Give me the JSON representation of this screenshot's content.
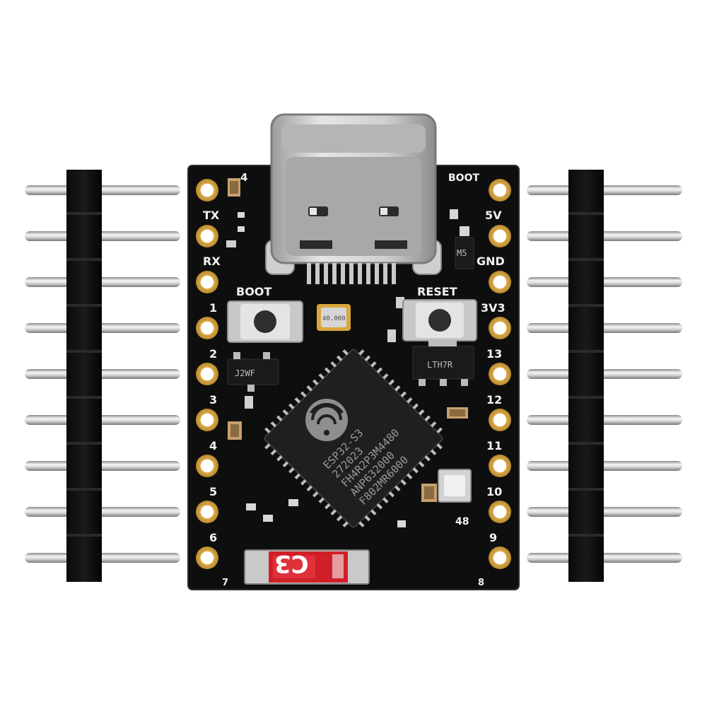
{
  "board": {
    "left_labels": [
      "TX",
      "RX",
      "1",
      "2",
      "3",
      "4",
      "5",
      "6",
      "7"
    ],
    "left_top_label": "4",
    "right_labels": [
      "5V",
      "GND",
      "3V3",
      "13",
      "12",
      "11",
      "10",
      "9",
      "8"
    ],
    "right_top_label": "BOOT",
    "boot_button_label": "BOOT",
    "reset_button_label": "RESET",
    "led_pin_label": "48",
    "chip_lines": [
      "ESP32-S3",
      "272023",
      "FH4R2P3M4480",
      "ANP632000",
      "F802MR6000"
    ],
    "crystal_text": "40.000",
    "regulator_marking": "LTH7R",
    "transistor_marking": "J2WF",
    "small_part_marking": "M5",
    "model_label": "C3"
  }
}
